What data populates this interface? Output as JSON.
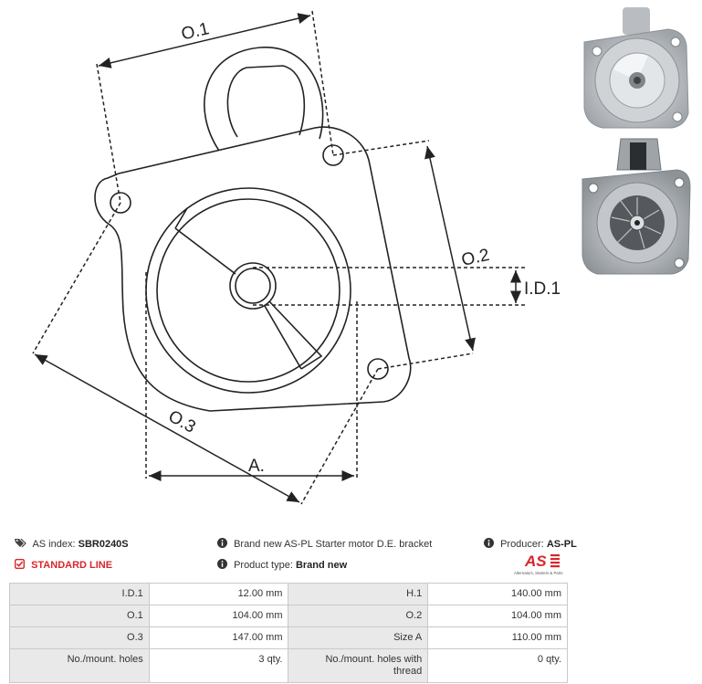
{
  "drawing": {
    "labels": {
      "o1": "O.1",
      "o2": "O.2",
      "o3": "O.3",
      "id1": "I.D.1",
      "a": "A."
    }
  },
  "info": {
    "as_index_label": "AS index:",
    "as_index_value": "SBR0240S",
    "line": "STANDARD LINE",
    "description": "Brand new AS-PL Starter motor D.E. bracket",
    "product_type_label": "Product type:",
    "product_type_value": "Brand new",
    "producer_label": "Producer:",
    "producer_value": "AS-PL",
    "logo_text": "AS",
    "logo_tagline": "Alternators, Starters & Parts"
  },
  "specs": {
    "rows": [
      {
        "l1": "I.D.1",
        "v1": "12.00 mm",
        "l2": "H.1",
        "v2": "140.00 mm"
      },
      {
        "l1": "O.1",
        "v1": "104.00 mm",
        "l2": "O.2",
        "v2": "104.00 mm"
      },
      {
        "l1": "O.3",
        "v1": "147.00 mm",
        "l2": "Size A",
        "v2": "110.00 mm"
      },
      {
        "l1": "No./mount. holes",
        "v1": "3 qty.",
        "l2": "No./mount. holes with thread",
        "v2": "0 qty."
      }
    ]
  },
  "colors": {
    "accent_red": "#d9252a",
    "line": "#222222",
    "table_label_bg": "#e9e9e9",
    "table_border": "#c9c9c9"
  }
}
